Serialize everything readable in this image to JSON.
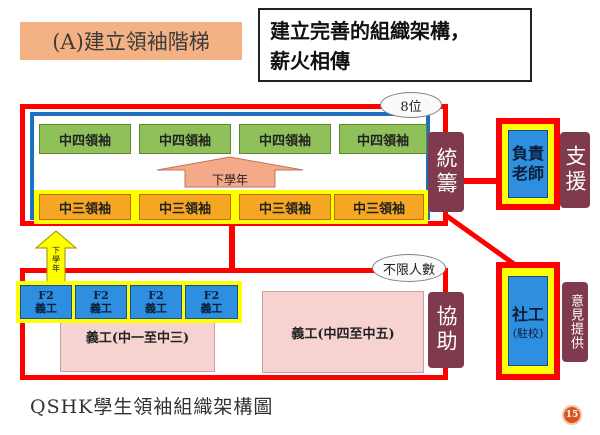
{
  "title": "(A)建立領袖階梯",
  "motto": {
    "line1": "建立完善的組織架構，",
    "line2": "薪火相傳"
  },
  "top_group": {
    "count_label": "8位",
    "s4_leaders": [
      "中四領袖",
      "中四領袖",
      "中四領袖",
      "中四領袖"
    ],
    "s3_leaders": [
      "中三領袖",
      "中三領袖",
      "中三領袖",
      "中三領袖"
    ],
    "next_year_label": "下學年",
    "side_label": "統籌"
  },
  "bottom_group": {
    "count_label": "不限人數",
    "f2_helpers": [
      {
        "grade": "F2",
        "role": "義工"
      },
      {
        "grade": "F2",
        "role": "義工"
      },
      {
        "grade": "F2",
        "role": "義工"
      },
      {
        "grade": "F2",
        "role": "義工"
      }
    ],
    "next_year_label": "下學年",
    "volunteers_junior": "義工(中一至中三)",
    "volunteers_senior": "義工(中四至中五)",
    "side_label": "協助"
  },
  "support": {
    "teacher": "負責老師",
    "teacher_tag": "支援",
    "social_worker": "社工",
    "social_worker_sub": "(駐校)",
    "social_worker_tag": "意見提供"
  },
  "footer": "QSHK學生領袖組織架構圖",
  "page_number": "15"
}
